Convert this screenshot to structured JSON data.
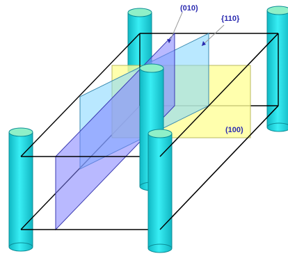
{
  "labels": {
    "plane_010": "(010)",
    "plane_110": "{110}",
    "plane_100": "(100)"
  },
  "colors": {
    "cylinder_fill": "#2ee6ee",
    "cylinder_edge": "#0c8c96",
    "cylinder_top": "#8ff0c8",
    "plane_010": "#8080ff",
    "plane_110": "#7fd6ff",
    "plane_100": "#ffff99",
    "label": "#2b2bb0",
    "edge": "#000000"
  }
}
